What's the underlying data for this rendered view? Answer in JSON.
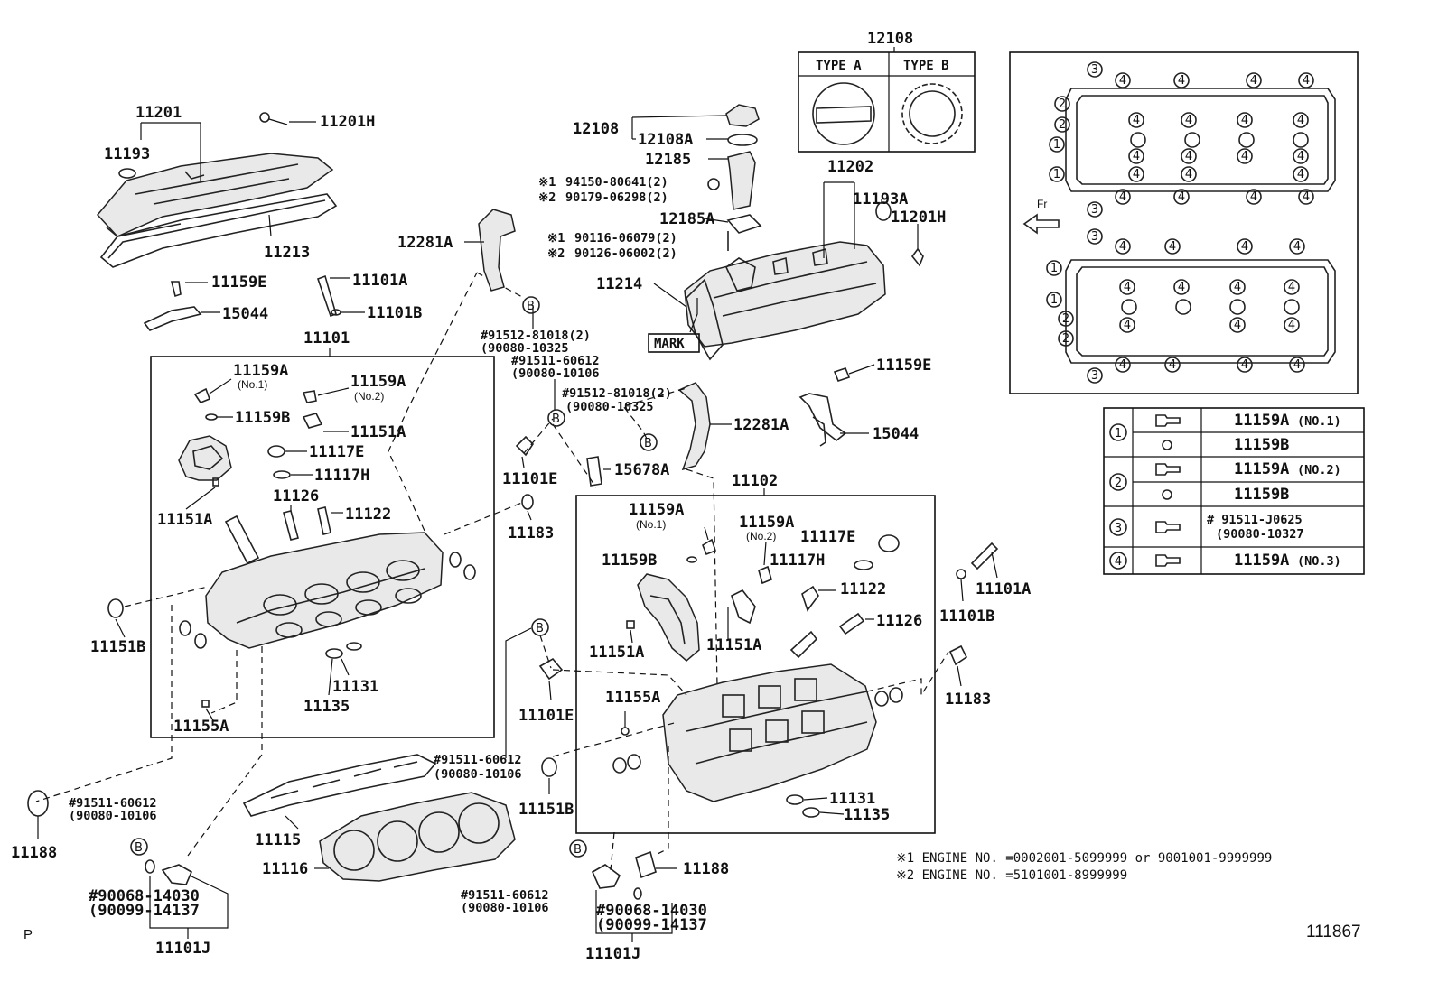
{
  "labels": {
    "l11201": "11201",
    "l11201H_a": "11201H",
    "l11193": "11193",
    "l11213": "11213",
    "l11159E_a": "11159E",
    "l11101A_a": "11101A",
    "l15044_a": "15044",
    "l11101B_a": "11101B",
    "l11101": "11101",
    "l11159A_1": "11159A",
    "l11159A_1n": "(No.1)",
    "l11159A_2": "11159A",
    "l11159A_2n": "(No.2)",
    "l11159B_a": "11159B",
    "l11151A_a": "11151A",
    "l11117E_a": "11117E",
    "l11117H_a": "11117H",
    "l11126_a": "11126",
    "l11122_a": "11122",
    "l11151A_b": "11151A",
    "l11151B_a": "11151B",
    "l11131_a": "11131",
    "l11135_a": "11135",
    "l11155A_a": "11155A",
    "l12281A_a": "12281A",
    "l12108": "12108",
    "l12108_top": "12108",
    "l12108A": "12108A",
    "l12185": "12185",
    "l12185A": "12185A",
    "n1a": "94150-80641(2)",
    "n2a": "90179-06298(2)",
    "n1b": "90116-06079(2)",
    "n2b": "90126-06002(2)",
    "l11214": "11214",
    "mark": "MARK",
    "l11202": "11202",
    "l11193A": "11193A",
    "l11201H_b": "11201H",
    "bolt1a": "#91512-81018(2)",
    "bolt1b": "(90080-10325",
    "bolt2a": "#91511-60612",
    "bolt2b": "(90080-10106",
    "bolt3a": "#91512-81018(2)",
    "bolt3b": "(90080-10325",
    "l11101E_a": "11101E",
    "l11183_a": "11183",
    "l15678A": "15678A",
    "l12281A_b": "12281A",
    "l11159E_b": "11159E",
    "l15044_b": "15044",
    "l11102": "11102",
    "l11159A_3": "11159A",
    "l11159A_3n": "(No.1)",
    "l11159A_4": "11159A",
    "l11159A_4n": "(No.2)",
    "l11117E_b": "11117E",
    "l11159B_b": "11159B",
    "l11117H_b": "11117H",
    "l11122_b": "11122",
    "l11126_b": "11126",
    "l11151A_c": "11151A",
    "l11151A_d": "11151A",
    "l11155A_b": "11155A",
    "l11101E_b": "11101E",
    "l11101A_b": "11101A",
    "l11101B_b": "11101B",
    "l11183_b": "11183",
    "l11131_b": "11131",
    "l11135_b": "11135",
    "l11151B_b": "11151B",
    "bolt4a": "#91511-60612",
    "bolt4b": "(90080-10106",
    "l11188_a": "11188",
    "bolt5a": "#91511-60612",
    "bolt5b": "(90080-10106",
    "l11115": "11115",
    "l11116": "11116",
    "vvt_a1": "#90068-14030",
    "vvt_a2": "(90099-14137",
    "l11101J_a": "11101J",
    "bolt6a": "#91511-60612",
    "bolt6b": "(90080-10106",
    "vvt_b1": "#90068-14030",
    "vvt_b2": "(90099-14137",
    "l11101J_b": "11101J",
    "l11188_b": "11188",
    "fr": "Fr",
    "p": "P",
    "code": "111867"
  },
  "type_table": {
    "a": "TYPE A",
    "b": "TYPE B"
  },
  "notes": {
    "note1": "※1 ENGINE NO. =0002001-5099999 or 9001001-9999999",
    "note2": "※2 ENGINE NO. =5101001-8999999"
  },
  "note_marks": {
    "m1": "※1",
    "m2": "※2",
    "m3": "※1",
    "m4": "※2"
  },
  "bolt_table": [
    {
      "num": "1",
      "part": "11159A",
      "suffix": "(NO.1)"
    },
    {
      "num": "",
      "part": "11159B",
      "suffix": ""
    },
    {
      "num": "2",
      "part": "11159A",
      "suffix": "(NO.2)"
    },
    {
      "num": "",
      "part": "11159B",
      "suffix": ""
    },
    {
      "num": "3",
      "part": "# 91511-J0625",
      "suffix": "(90080-10327"
    },
    {
      "num": "4",
      "part": "11159A",
      "suffix": "(NO.3)"
    }
  ],
  "circle_b": "B",
  "sequence_marks": {
    "one": "1",
    "two": "2",
    "three": "3",
    "four": "4"
  }
}
